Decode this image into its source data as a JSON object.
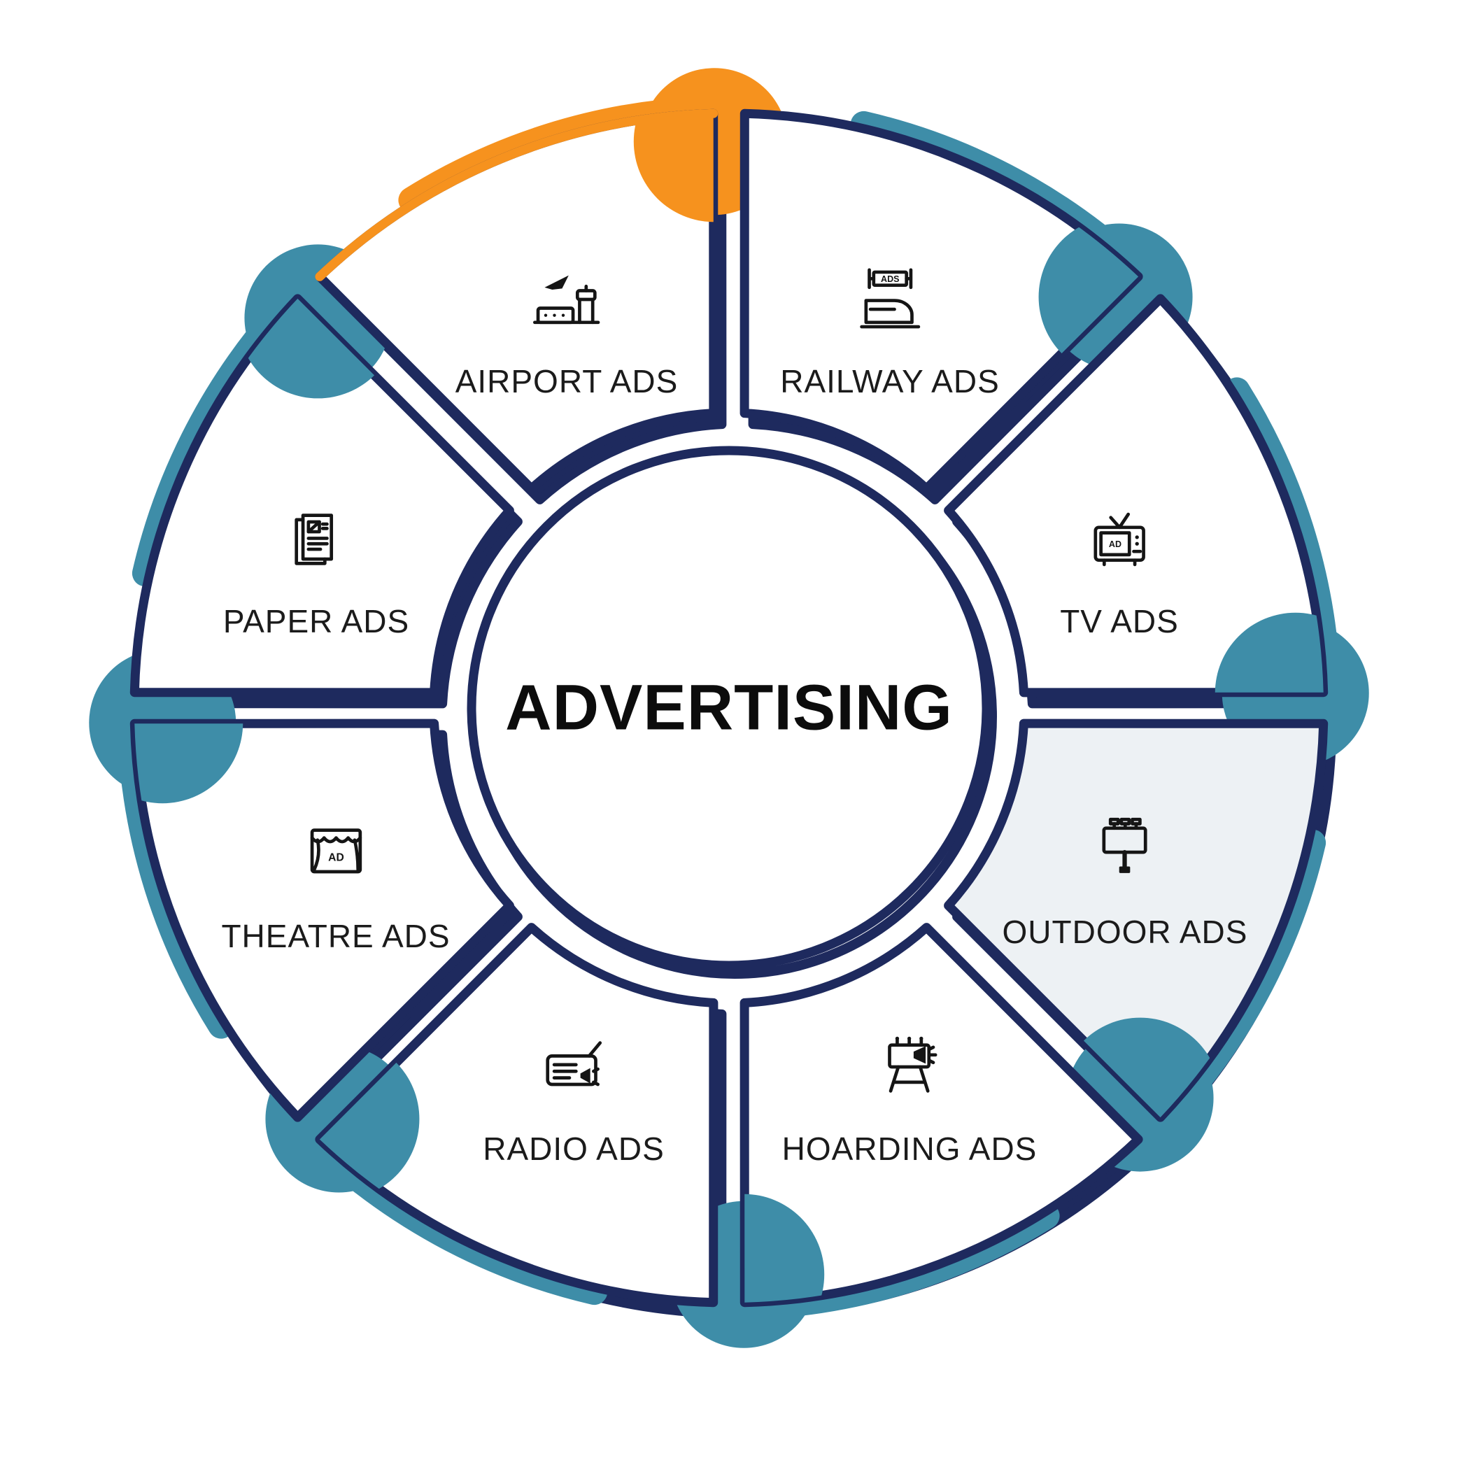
{
  "title": "ADVERTISING",
  "colors": {
    "navy": "#1e2a5e",
    "teal": "#3e8da8",
    "orange": "#f6921e",
    "highlight_fill": "#edf1f4",
    "segment_fill": "#ffffff",
    "text": "#1b1b1b"
  },
  "segments": [
    {
      "label": "AIRPORT ADS",
      "icon": "airport-icon",
      "accent": "orange",
      "highlighted": false
    },
    {
      "label": "RAILWAY ADS",
      "icon": "railway-icon",
      "accent": "teal",
      "highlighted": false
    },
    {
      "label": "TV ADS",
      "icon": "tv-icon",
      "accent": "teal",
      "highlighted": false
    },
    {
      "label": "OUTDOOR ADS",
      "icon": "outdoor-icon",
      "accent": "teal",
      "highlighted": true
    },
    {
      "label": "HOARDING ADS",
      "icon": "hoarding-icon",
      "accent": "teal",
      "highlighted": false
    },
    {
      "label": "RADIO ADS",
      "icon": "radio-icon",
      "accent": "teal",
      "highlighted": false
    },
    {
      "label": "THEATRE ADS",
      "icon": "theatre-icon",
      "accent": "teal",
      "highlighted": false
    },
    {
      "label": "PAPER ADS",
      "icon": "paper-icon",
      "accent": "teal",
      "highlighted": false
    }
  ],
  "icon_texts": {
    "railway": "ADS",
    "tv": "AD",
    "theatre": "AD"
  }
}
